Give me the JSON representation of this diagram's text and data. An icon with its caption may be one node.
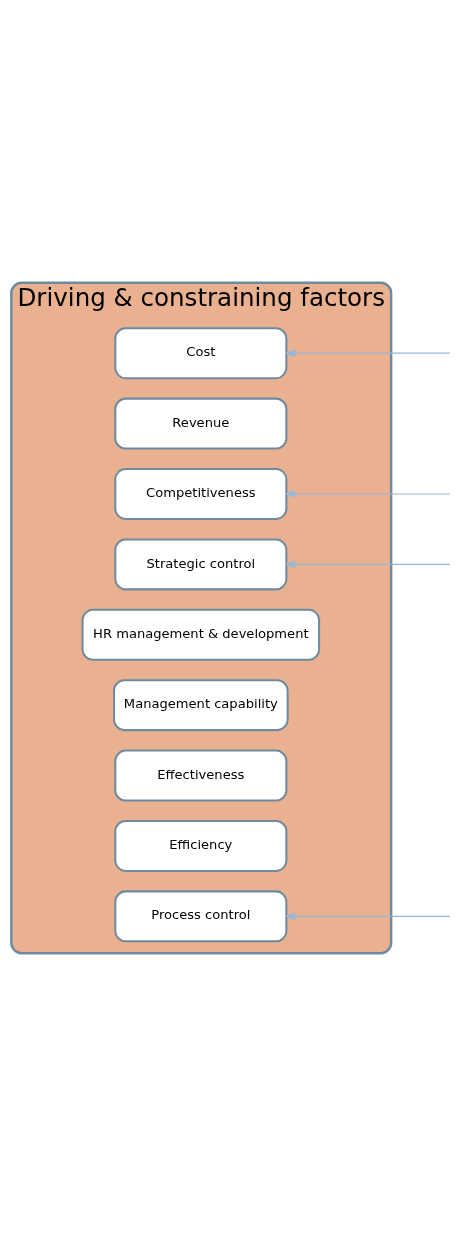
{
  "diagram": {
    "nodes": [
      {
        "text": [
          "Driving & constraining factors"
        ]
      },
      {
        "text": [
          "Cost"
        ],
        "in": 0
      },
      {
        "text": [
          "Revenue"
        ],
        "in": 0
      },
      {
        "text": [
          "Competitiveness"
        ],
        "in": 0
      },
      {
        "text": [
          "Strategic control"
        ],
        "in": 0
      },
      {
        "text": [
          "HR management & development"
        ],
        "in": 0
      },
      {
        "text": [
          "Management capability"
        ],
        "in": 0
      },
      {
        "text": [
          "Effectiveness"
        ],
        "in": 0
      },
      {
        "text": [
          "Efficiency"
        ],
        "in": 0
      },
      {
        "text": [
          "Process control"
        ],
        "in": 0
      }
    ],
    "edges": [
      {
        "from": null,
        "to": 1,
        "arrow": "to"
      },
      {
        "from": null,
        "to": 3,
        "arrow": "to"
      },
      {
        "from": null,
        "to": 4,
        "arrow": "to"
      },
      {
        "from": null,
        "to": 9,
        "arrow": "to"
      }
    ]
  }
}
